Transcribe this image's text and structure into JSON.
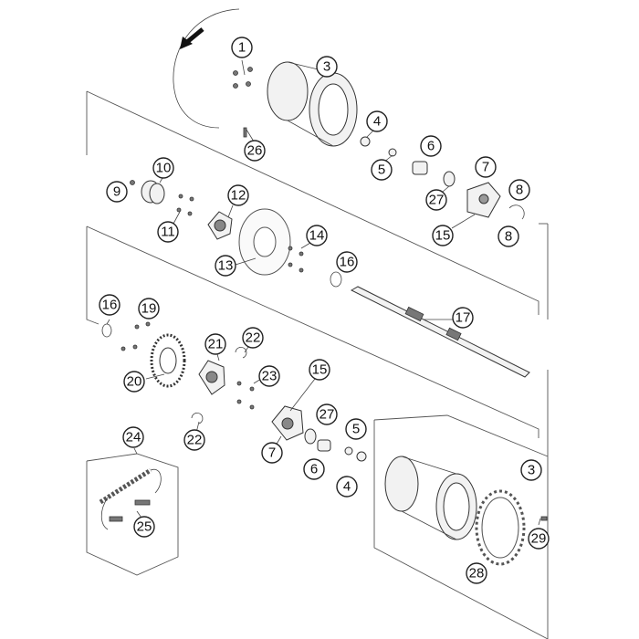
{
  "callouts": [
    {
      "id": "c1",
      "label": "1"
    },
    {
      "id": "c3a",
      "label": "3"
    },
    {
      "id": "c4a",
      "label": "4"
    },
    {
      "id": "c5a",
      "label": "5"
    },
    {
      "id": "c6a",
      "label": "6"
    },
    {
      "id": "c7a",
      "label": "7"
    },
    {
      "id": "c8a",
      "label": "8"
    },
    {
      "id": "c8b",
      "label": "8"
    },
    {
      "id": "c9",
      "label": "9"
    },
    {
      "id": "c10",
      "label": "10"
    },
    {
      "id": "c11",
      "label": "11"
    },
    {
      "id": "c12",
      "label": "12"
    },
    {
      "id": "c13",
      "label": "13"
    },
    {
      "id": "c14",
      "label": "14"
    },
    {
      "id": "c15a",
      "label": "15"
    },
    {
      "id": "c16a",
      "label": "16"
    },
    {
      "id": "c26",
      "label": "26"
    },
    {
      "id": "c27a",
      "label": "27"
    },
    {
      "id": "c17",
      "label": "17"
    },
    {
      "id": "c16b",
      "label": "16"
    },
    {
      "id": "c19",
      "label": "19"
    },
    {
      "id": "c20",
      "label": "20"
    },
    {
      "id": "c21",
      "label": "21"
    },
    {
      "id": "c22a",
      "label": "22"
    },
    {
      "id": "c23",
      "label": "23"
    },
    {
      "id": "c15b",
      "label": "15"
    },
    {
      "id": "c22b",
      "label": "22"
    },
    {
      "id": "c27b",
      "label": "27"
    },
    {
      "id": "c5b",
      "label": "5"
    },
    {
      "id": "c7b",
      "label": "7"
    },
    {
      "id": "c6b",
      "label": "6"
    },
    {
      "id": "c4b",
      "label": "4"
    },
    {
      "id": "c3b",
      "label": "3"
    },
    {
      "id": "c24",
      "label": "24"
    },
    {
      "id": "c25",
      "label": "25"
    },
    {
      "id": "c29",
      "label": "29"
    },
    {
      "id": "c28",
      "label": "28"
    }
  ]
}
